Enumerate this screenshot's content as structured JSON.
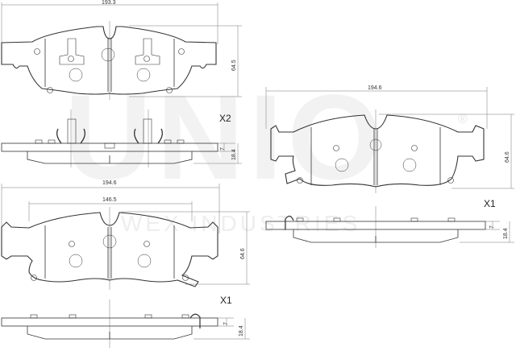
{
  "watermark": {
    "brand": "UNIO",
    "registered": "®",
    "tagline": "WEX INDUSTRIES"
  },
  "views": {
    "top_pad": {
      "width_dim": "193.3",
      "height_dim": "64.5",
      "thickness_total": "18.4",
      "backplate": "7",
      "quantity": "X2"
    },
    "right_pad": {
      "width_dim": "194.6",
      "height_dim": "64.6",
      "thickness_total": "18.4",
      "backplate": "7",
      "quantity": "X1"
    },
    "bottom_pad": {
      "width_dim": "194.6",
      "inner_width_dim": "146.5",
      "height_dim": "64.6",
      "thickness_total": "18.4",
      "backplate": "7",
      "quantity": "X1"
    }
  },
  "colors": {
    "line": "#333333",
    "dim": "#777777",
    "watermark": "#f0f0f0"
  }
}
